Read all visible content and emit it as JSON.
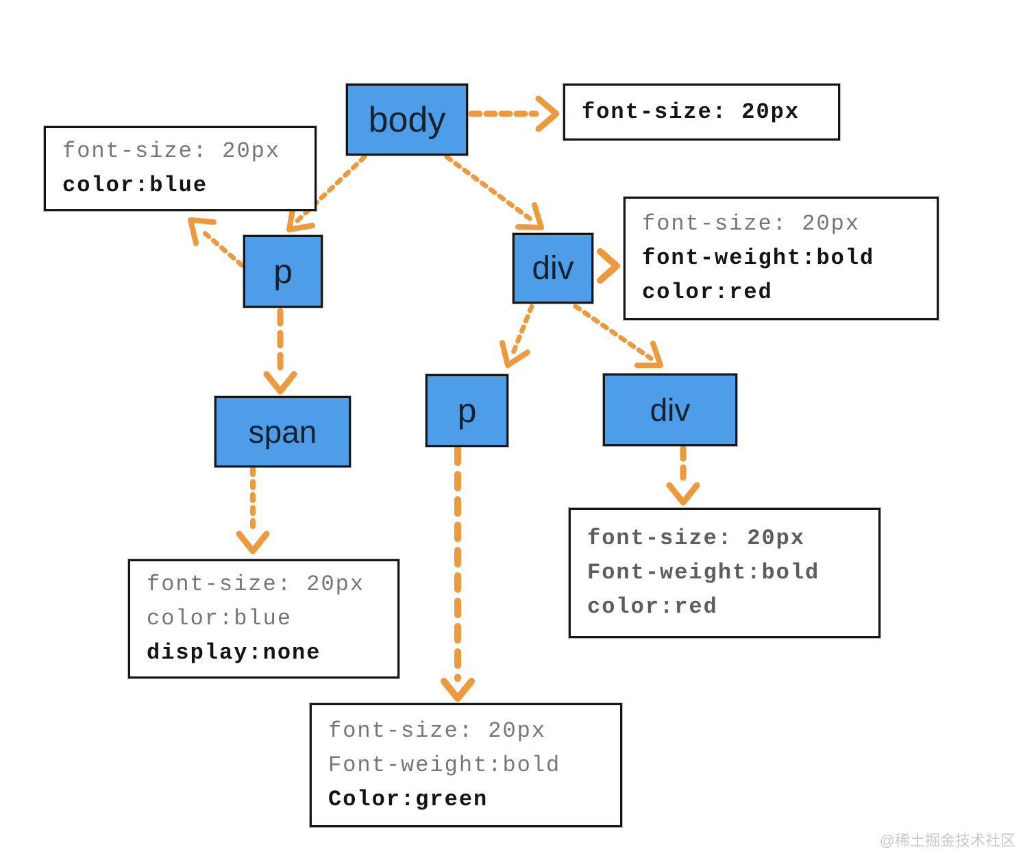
{
  "diagram": {
    "title_hint": "CSS inheritance DOM tree",
    "colors": {
      "node_fill": "#4d9de8",
      "node_border": "#161616",
      "arrow_orange": "#ed9a3e",
      "muted_text": "#767676",
      "strong_text": "#141414",
      "box_background": "#ffffff"
    },
    "nodes": {
      "body": {
        "label": "body"
      },
      "p1": {
        "label": "p"
      },
      "div1": {
        "label": "div"
      },
      "span1": {
        "label": "span"
      },
      "p2": {
        "label": "p"
      },
      "div2": {
        "label": "div"
      }
    },
    "style_boxes": {
      "body_style": {
        "lines": [
          {
            "text": "font-size: 20px",
            "emphasis": "strong"
          }
        ]
      },
      "p1_style": {
        "lines": [
          {
            "text": "font-size: 20px",
            "emphasis": "muted"
          },
          {
            "text": "color:blue",
            "emphasis": "strong"
          }
        ]
      },
      "div1_style": {
        "lines": [
          {
            "text": "font-size: 20px",
            "emphasis": "muted"
          },
          {
            "text": "font-weight:bold",
            "emphasis": "strong"
          },
          {
            "text": "color:red",
            "emphasis": "strong"
          }
        ]
      },
      "span1_style": {
        "lines": [
          {
            "text": "font-size: 20px",
            "emphasis": "muted"
          },
          {
            "text": "color:blue",
            "emphasis": "muted"
          },
          {
            "text": "display:none",
            "emphasis": "strong"
          }
        ]
      },
      "div2_style": {
        "lines": [
          {
            "text": "font-size: 20px",
            "emphasis": "mutedbold"
          },
          {
            "text": "Font-weight:bold",
            "emphasis": "mutedbold"
          },
          {
            "text": "color:red",
            "emphasis": "mutedbold"
          }
        ]
      },
      "p2_style": {
        "lines": [
          {
            "text": "font-size: 20px",
            "emphasis": "muted"
          },
          {
            "text": "Font-weight:bold",
            "emphasis": "muted"
          },
          {
            "text": "Color:green",
            "emphasis": "strong"
          }
        ]
      }
    },
    "edges": [
      {
        "from": "body",
        "to": "body_style",
        "style": "dotted-chevron"
      },
      {
        "from": "body",
        "to": "p1",
        "style": "dotted"
      },
      {
        "from": "body",
        "to": "div1",
        "style": "dotted"
      },
      {
        "from": "p1",
        "to": "p1_style",
        "style": "dotted"
      },
      {
        "from": "p1",
        "to": "span1",
        "style": "dashed"
      },
      {
        "from": "div1",
        "to": "div1_style",
        "style": "chevron"
      },
      {
        "from": "div1",
        "to": "p2",
        "style": "dotted"
      },
      {
        "from": "div1",
        "to": "div2",
        "style": "dotted"
      },
      {
        "from": "span1",
        "to": "span1_style",
        "style": "dotted"
      },
      {
        "from": "p2",
        "to": "p2_style",
        "style": "dashed"
      },
      {
        "from": "div2",
        "to": "div2_style",
        "style": "dashed"
      }
    ]
  },
  "watermark": {
    "text": "@稀土掘金技术社区"
  }
}
